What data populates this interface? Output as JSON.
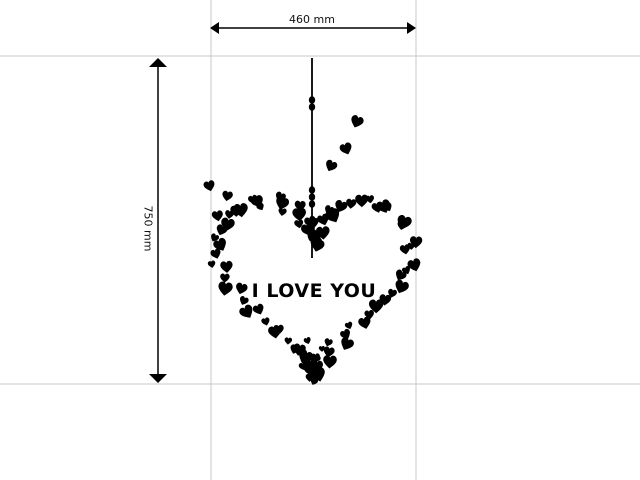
{
  "dimensions": {
    "width_label": "460 mm",
    "height_label": "750 mm"
  },
  "decal": {
    "text": "I LOVE YOU",
    "color": "#000000"
  },
  "guide_color": "#c8c8c8"
}
